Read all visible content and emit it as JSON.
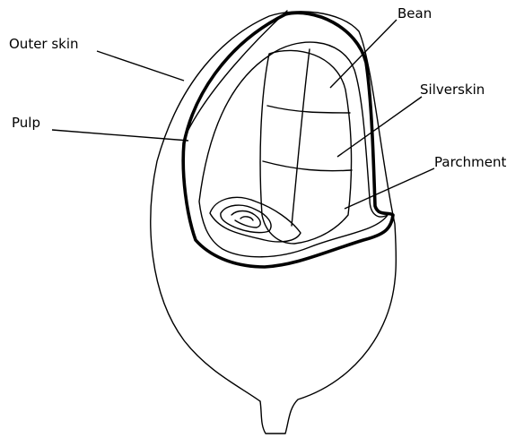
{
  "labels": {
    "outer_skin": "Outer skin",
    "pulp": "Pulp",
    "bean": "Bean",
    "silverskin": "Silverskin",
    "parchment": "Parchment"
  },
  "colors": {
    "line": "#000000",
    "background": "#ffffff"
  }
}
